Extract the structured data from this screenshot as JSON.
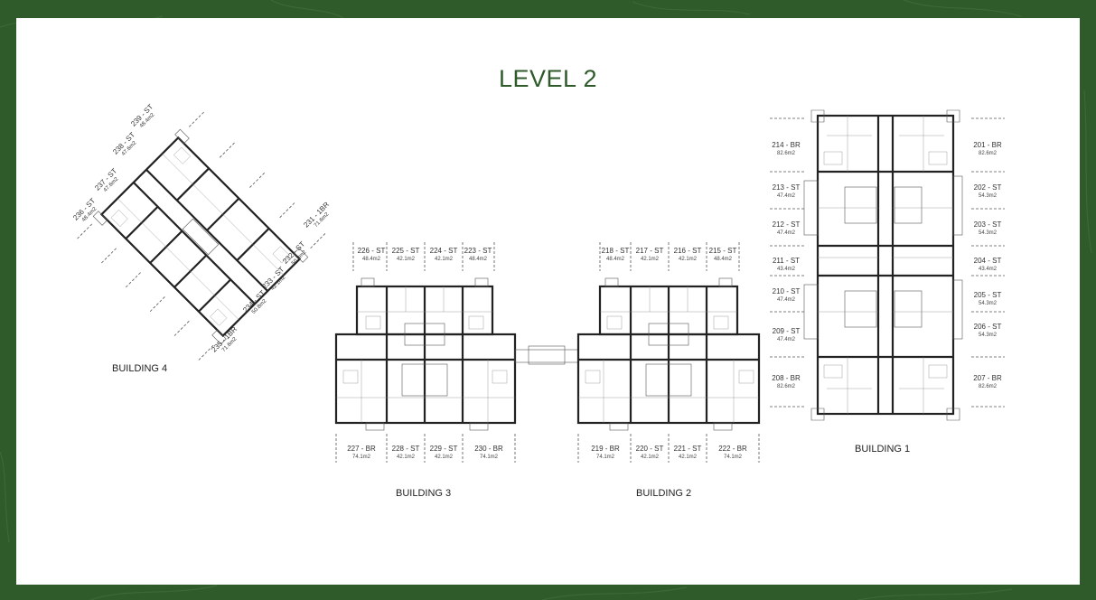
{
  "level_title": "LEVEL 2",
  "colors": {
    "frame": "#2f5a2a",
    "title": "#2f5a2a",
    "sheet": "#ffffff"
  },
  "buildings": {
    "b1": {
      "label": "BUILDING 1",
      "left_units": [
        {
          "name": "214 - BR",
          "area": "82.6m2"
        },
        {
          "name": "213 - ST",
          "area": "47.4m2"
        },
        {
          "name": "212 - ST",
          "area": "47.4m2"
        },
        {
          "name": "211 - ST",
          "area": "43.4m2"
        },
        {
          "name": "210 - ST",
          "area": "47.4m2"
        },
        {
          "name": "209 - ST",
          "area": "47.4m2"
        },
        {
          "name": "208 - BR",
          "area": "82.6m2"
        }
      ],
      "right_units": [
        {
          "name": "201 - BR",
          "area": "82.6m2"
        },
        {
          "name": "202 - ST",
          "area": "54.3m2"
        },
        {
          "name": "203 - ST",
          "area": "54.3m2"
        },
        {
          "name": "204 - ST",
          "area": "43.4m2"
        },
        {
          "name": "205 - ST",
          "area": "54.3m2"
        },
        {
          "name": "206 - ST",
          "area": "54.3m2"
        },
        {
          "name": "207 - BR",
          "area": "82.6m2"
        }
      ]
    },
    "b2": {
      "label": "BUILDING 2",
      "top_units": [
        {
          "name": "218 - ST",
          "area": "48.4m2"
        },
        {
          "name": "217 - ST",
          "area": "42.1m2"
        },
        {
          "name": "216 - ST",
          "area": "42.1m2"
        },
        {
          "name": "215 - ST",
          "area": "48.4m2"
        }
      ],
      "bottom_units": [
        {
          "name": "219 - BR",
          "area": "74.1m2"
        },
        {
          "name": "220 - ST",
          "area": "42.1m2"
        },
        {
          "name": "221 - ST",
          "area": "42.1m2"
        },
        {
          "name": "222 - BR",
          "area": "74.1m2"
        }
      ]
    },
    "b3": {
      "label": "BUILDING 3",
      "top_units": [
        {
          "name": "226 - ST",
          "area": "48.4m2"
        },
        {
          "name": "225 - ST",
          "area": "42.1m2"
        },
        {
          "name": "224 - ST",
          "area": "42.1m2"
        },
        {
          "name": "223 - ST",
          "area": "48.4m2"
        }
      ],
      "bottom_units": [
        {
          "name": "227 - BR",
          "area": "74.1m2"
        },
        {
          "name": "228 - ST",
          "area": "42.1m2"
        },
        {
          "name": "229 - ST",
          "area": "42.1m2"
        },
        {
          "name": "230 - BR",
          "area": "74.1m2"
        }
      ]
    },
    "b4": {
      "label": "BUILDING 4",
      "top_units": [
        {
          "name": "236 - ST",
          "area": "48.4m2"
        },
        {
          "name": "237 - ST",
          "area": "47.6m2"
        },
        {
          "name": "238 - ST",
          "area": "47.6m2"
        },
        {
          "name": "239 - ST",
          "area": "48.4m2"
        }
      ],
      "side_units": [
        {
          "name": "231 - 1BR",
          "area": "71.6m2"
        },
        {
          "name": "232 - ST",
          "area": "50.8m2"
        },
        {
          "name": "233 - ST",
          "area": "42.1m2"
        },
        {
          "name": "234 - ST",
          "area": "50.8m2"
        },
        {
          "name": "235 - 1BR",
          "area": "71.6m2"
        }
      ]
    }
  }
}
